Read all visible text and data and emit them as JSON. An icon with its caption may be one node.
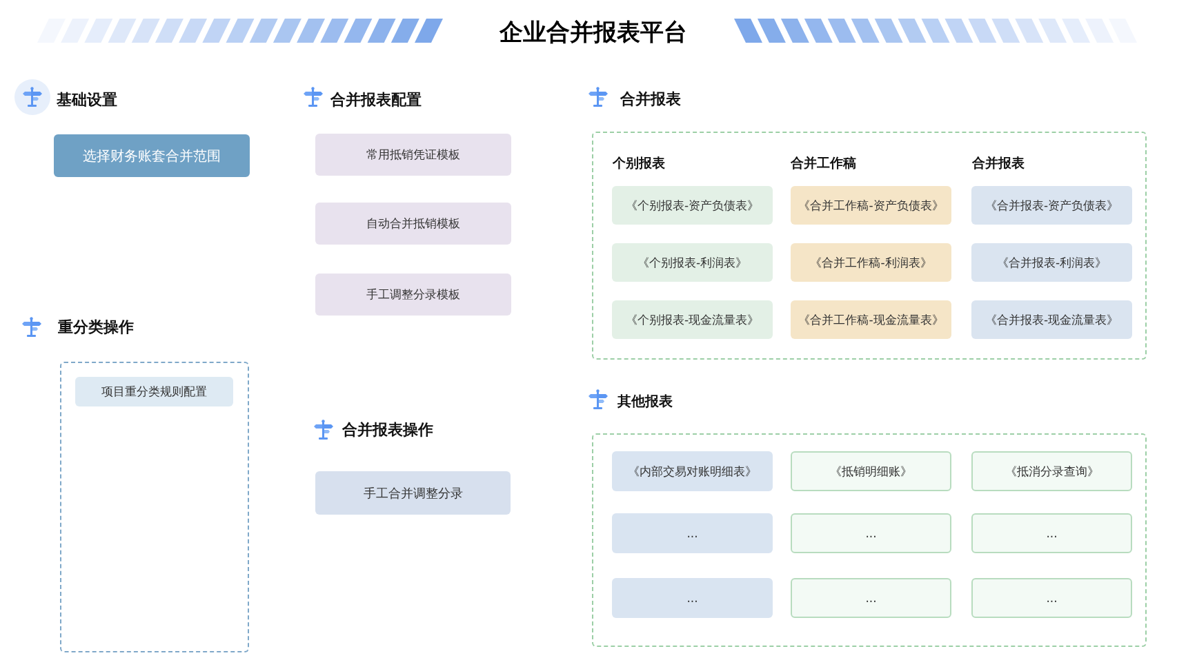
{
  "diagram": {
    "title": "企业合并报表平台",
    "nodes": [
      {
        "text": [
          "选择财务账套合并范围"
        ]
      },
      {
        "text": [
          "重分类操作"
        ]
      },
      {
        "text": [
          "项目重分类规则配置"
        ],
        "in": 1
      },
      {
        "text": [
          "常用抵销凭证模板"
        ]
      },
      {
        "text": [
          "自动合并抵销模板"
        ]
      },
      {
        "text": [
          "手工调整分录模板"
        ]
      },
      {
        "text": [
          "手工合并调整分录"
        ]
      },
      {
        "text": [
          "合并报表",
          "个别报表",
          "合并工作稿",
          "合并报表"
        ]
      },
      {
        "text": [
          "《个别报表-资产负债表》"
        ],
        "in": 7
      },
      {
        "text": [
          "《合并工作稿-资产负债表》"
        ],
        "in": 7
      },
      {
        "text": [
          "《合并报表-资产负债表》"
        ],
        "in": 7
      },
      {
        "text": [
          "《个别报表-利润表》"
        ],
        "in": 7
      },
      {
        "text": [
          "《合并工作稿-利润表》"
        ],
        "in": 7
      },
      {
        "text": [
          "《合并报表-利润表》"
        ],
        "in": 7
      },
      {
        "text": [
          "《个别报表-现金流量表》"
        ],
        "in": 7
      },
      {
        "text": [
          "《合并工作稿-现金流量表》"
        ],
        "in": 7
      },
      {
        "text": [
          "《合并报表-现金流量表》"
        ],
        "in": 7
      },
      {
        "text": [
          "其他报表"
        ]
      },
      {
        "text": [
          "《内部交易对账明细表》"
        ],
        "in": 17
      },
      {
        "text": [
          "《抵销明细账》"
        ],
        "in": 17
      },
      {
        "text": [
          "《抵消分录查询》"
        ],
        "in": 17
      },
      {
        "text": [
          "..."
        ],
        "in": 17
      },
      {
        "text": [
          "..."
        ],
        "in": 17
      },
      {
        "text": [
          "..."
        ],
        "in": 17
      },
      {
        "text": [
          "..."
        ],
        "in": 17
      },
      {
        "text": [
          "..."
        ],
        "in": 17
      },
      {
        "text": [
          "..."
        ],
        "in": 17
      }
    ],
    "labels": [
      "基础设置",
      "合并报表配置",
      "合并报表操作"
    ]
  }
}
